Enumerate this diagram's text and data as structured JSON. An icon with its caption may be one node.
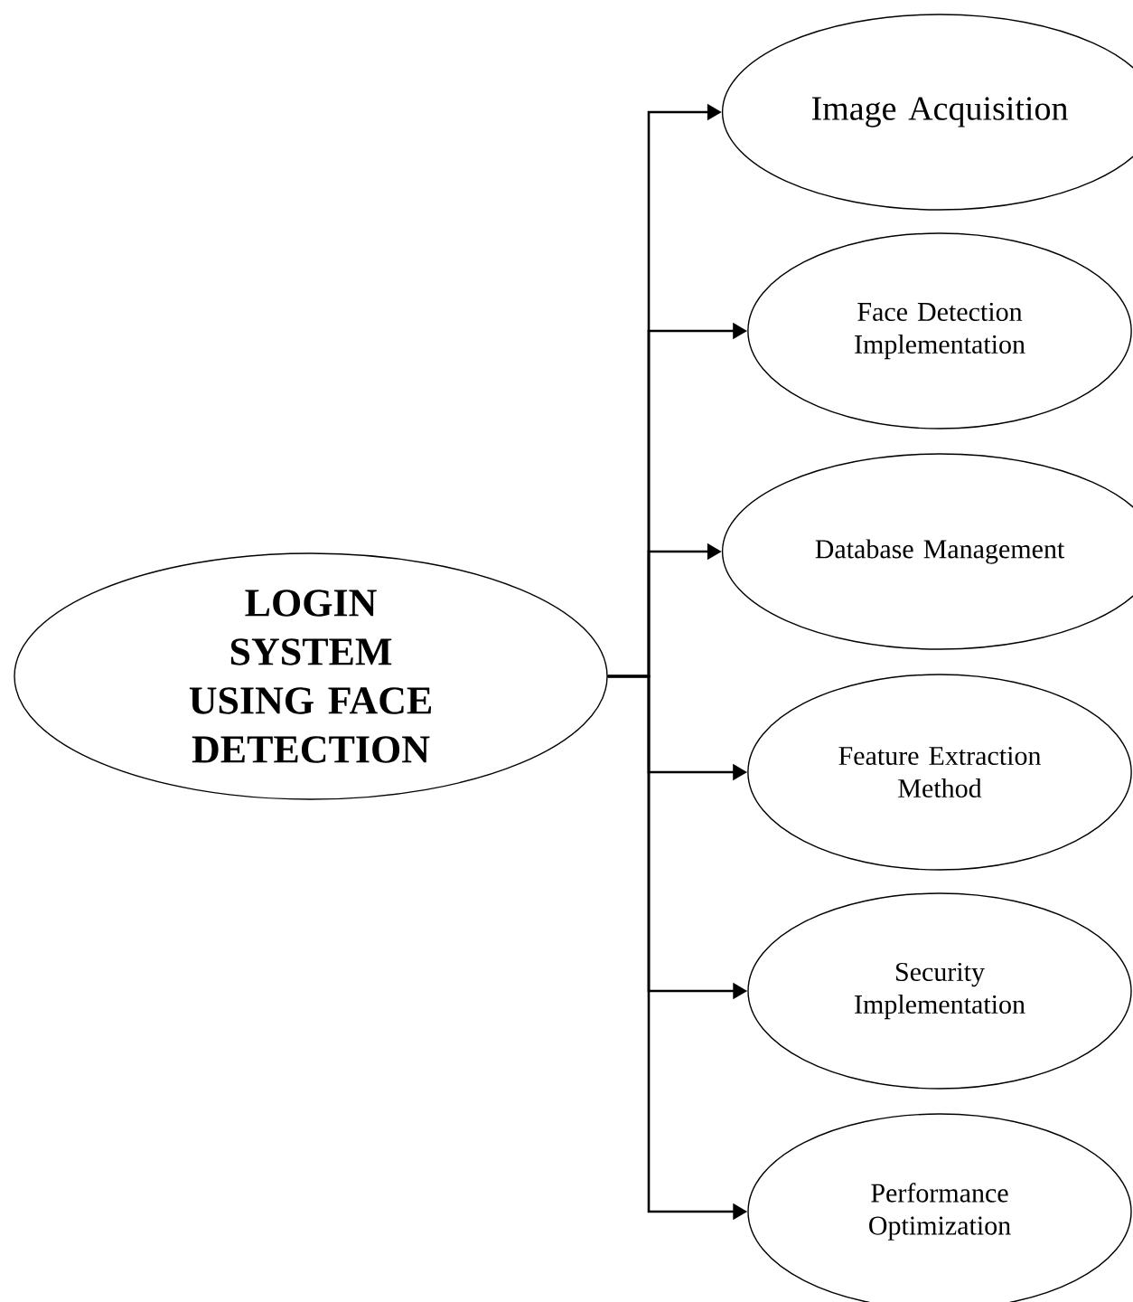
{
  "diagram": {
    "nodes": [
      {
        "text": [
          "LOGIN SYSTEM USING FACE DETECTION"
        ]
      },
      {
        "text": [
          "Image Acquisition"
        ]
      },
      {
        "text": [
          "Face Detection Implementation"
        ]
      },
      {
        "text": [
          "Database Management"
        ]
      },
      {
        "text": [
          "Feature Extraction Method"
        ]
      },
      {
        "text": [
          "Security Implementation"
        ]
      },
      {
        "text": [
          "Performance Optimization"
        ]
      }
    ],
    "edges": [
      {
        "from": 0,
        "to": 1,
        "arrow": "to"
      },
      {
        "from": 0,
        "to": 2,
        "arrow": "to"
      },
      {
        "from": 0,
        "to": 3,
        "arrow": "to"
      },
      {
        "from": 0,
        "to": 4,
        "arrow": "to"
      },
      {
        "from": 0,
        "to": 5,
        "arrow": "to"
      },
      {
        "from": 0,
        "to": 6,
        "arrow": "to"
      }
    ]
  }
}
